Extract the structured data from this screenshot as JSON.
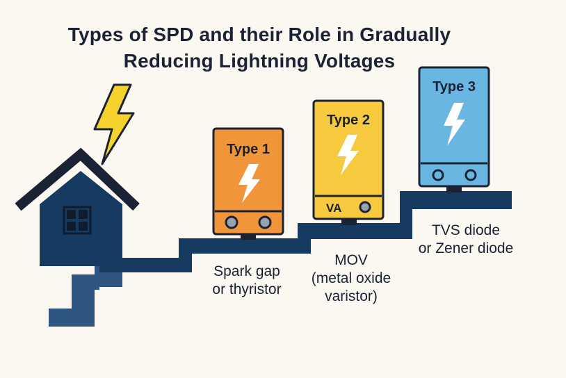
{
  "title": {
    "line1": "Types of SPD and their Role in Gradually",
    "line2": "Reducing Lightning Voltages"
  },
  "devices": [
    {
      "type_label": "Type 1",
      "description": [
        "Spark gap",
        "or thyristor"
      ],
      "color": "#f0953a",
      "footer_text": ""
    },
    {
      "type_label": "Type 2",
      "description": [
        "MOV",
        "(metal oxide",
        "varistor)"
      ],
      "color": "#f6c93e",
      "footer_text": "VA"
    },
    {
      "type_label": "Type 3",
      "description": [
        "TVS diode",
        "or Zener diode"
      ],
      "color": "#69b6e3",
      "footer_text": ""
    }
  ],
  "icons": {
    "lightning": "lightning-bolt-icon",
    "house": "house-icon",
    "window": "window-icon"
  },
  "colors": {
    "navy": "#173a61",
    "lightning": "#f6d22f",
    "outline": "#1b2233",
    "background": "#fbf8f2"
  }
}
